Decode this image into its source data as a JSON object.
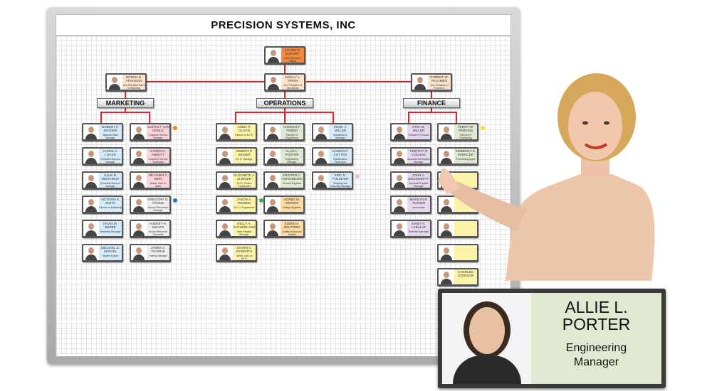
{
  "title": "PRECISION SYSTEMS, INC",
  "colors": {
    "connector": "#d8262c",
    "ceo": "#f5883a",
    "vp": "#fde3cc",
    "blue": "#d5ebfa",
    "pink": "#fbd3dc",
    "grey": "#eeeeee",
    "yellow": "#fbf3a8",
    "green": "#dde9d0",
    "orange": "#fbd9a0",
    "lavender": "#e4d7ee"
  },
  "ceo": {
    "name": "Shawn R. D'Leary",
    "title": "Chief Executive Officer"
  },
  "vps": [
    {
      "name": "Norma B. Atkinson",
      "title": "Vice President Sales & Marketing"
    },
    {
      "name": "Shelly L. Oron",
      "title": "Vice President of Operations"
    },
    {
      "name": "Robert W. Palumbo",
      "title": "Vice President of Finance & Accounting"
    }
  ],
  "departments": [
    "MARKETING",
    "OPERATIONS",
    "FINANCE"
  ],
  "columns": [
    {
      "dept": 0,
      "cards": [
        {
          "name": "Robert P. Snyder",
          "title": "National Sales Manager",
          "color": "blue"
        },
        {
          "name": "Carol A. Locke",
          "title": "Executive Account Manager",
          "color": "blue"
        },
        {
          "name": "Julie B. Winthrup",
          "title": "Executive Account Manager",
          "color": "blue"
        },
        {
          "name": "Victoria K. Smith",
          "title": "Director of Marketing",
          "color": "blue"
        },
        {
          "name": "David M. Beebe",
          "title": "Marketing Manager",
          "color": "blue"
        },
        {
          "name": "Michael D. Skovel",
          "title": "Market Analyst",
          "color": "blue"
        }
      ]
    },
    {
      "dept": 0,
      "cards": [
        {
          "name": "Austin T. Van Noble",
          "title": "Customer Service Manager",
          "color": "pink"
        },
        {
          "name": "Karen N. Abbott",
          "title": "Customer Service Technician",
          "color": "pink"
        },
        {
          "name": "Heather T. Rein",
          "title": "Admin. Asst. to Sales",
          "color": "pink"
        },
        {
          "name": "Gregory O. Young",
          "title": "Human Resources Manager",
          "color": "grey"
        },
        {
          "name": "Audrey K. Miller",
          "title": "Human Resource Specialist",
          "color": "grey"
        },
        {
          "name": "James A. Thorne",
          "title": "Training Manager",
          "color": "grey"
        }
      ]
    },
    {
      "dept": 1,
      "cards": [
        {
          "name": "Linda P. Olson",
          "title": "Director of M.I.S.",
          "color": "yellow"
        },
        {
          "name": "Joseph P. Singer",
          "title": "M.I.S. Manager",
          "color": "yellow"
        },
        {
          "name": "Elizabeth J. Clinger",
          "title": "M.I.S. Project Coordinator",
          "color": "yellow"
        },
        {
          "name": "Jason A. Woods",
          "title": "M.I.S. Programmer",
          "color": "yellow"
        },
        {
          "name": "Kelly A. Sutherland",
          "title": "Data Integrity Manager",
          "color": "yellow"
        },
        {
          "name": "Leann S. Roberts",
          "title": "Admin. Asst. to M.I.S.",
          "color": "yellow"
        }
      ]
    },
    {
      "dept": 1,
      "cards": [
        {
          "name": "Hannah F. Tweed",
          "title": "Director of Engineering",
          "color": "green"
        },
        {
          "name": "Allie L. Porter",
          "title": "Engineering Manager",
          "color": "green"
        },
        {
          "name": "Kristen C. Hofenburg",
          "title": "Process Engineer",
          "color": "green"
        },
        {
          "name": "Agnes M. Morris",
          "title": "Design Engineer",
          "color": "orange"
        },
        {
          "name": "Edwin A. Belford",
          "title": "Quality Assurance Analyst",
          "color": "orange"
        }
      ]
    },
    {
      "dept": 1,
      "cards": [
        {
          "name": "Mark J. Miller",
          "title": "Maintenance Manager",
          "color": "blue"
        },
        {
          "name": "Damon P. Cotter",
          "title": "Maintenance Technician",
          "color": "blue"
        },
        {
          "name": "Eric D. Pulsifer",
          "title": "Shipping and Receiving Manager",
          "color": "blue"
        }
      ]
    },
    {
      "dept": 2,
      "cards": [
        {
          "name": "Rick M. Miller",
          "title": "Director of Finance",
          "color": "lavender"
        },
        {
          "name": "Timothy R. Coldan",
          "title": "Accounts Receivable Manager",
          "color": "lavender"
        },
        {
          "name": "John A. Dougherty",
          "title": "Accounts Payable Manager",
          "color": "lavender"
        },
        {
          "name": "Marilyn P. Tanner",
          "title": "Accountant",
          "color": "lavender"
        },
        {
          "name": "Janet C. Laballe",
          "title": "Benefits Specialist",
          "color": "lavender"
        }
      ]
    },
    {
      "dept": 2,
      "cards": [
        {
          "name": "Terry W. Perkins",
          "title": "Director of Purchasing",
          "color": "green"
        },
        {
          "name": "Kimberly E. Spencer",
          "title": "Purchasing Agent",
          "color": "green"
        },
        {
          "name": "",
          "title": "",
          "color": "yellow"
        },
        {
          "name": "",
          "title": "",
          "color": "yellow"
        },
        {
          "name": "",
          "title": "",
          "color": "yellow"
        },
        {
          "name": "",
          "title": "",
          "color": "yellow"
        },
        {
          "name": "Charles Johnson",
          "title": "",
          "color": "yellow"
        }
      ]
    }
  ],
  "status_dots": [
    {
      "col": 1,
      "row": 0,
      "color": "#f08a24"
    },
    {
      "col": 1,
      "row": 3,
      "color": "#2f6fc9"
    },
    {
      "col": 4,
      "row": 2,
      "color": "#f2b7c4"
    },
    {
      "col": 2,
      "row": 3,
      "color": "#2fb24a"
    },
    {
      "col": 6,
      "row": 0,
      "color": "#f2e62a"
    }
  ],
  "nameplate": {
    "first": "ALLIE L.",
    "last": "PORTER",
    "title1": "Engineering",
    "title2": "Manager"
  }
}
